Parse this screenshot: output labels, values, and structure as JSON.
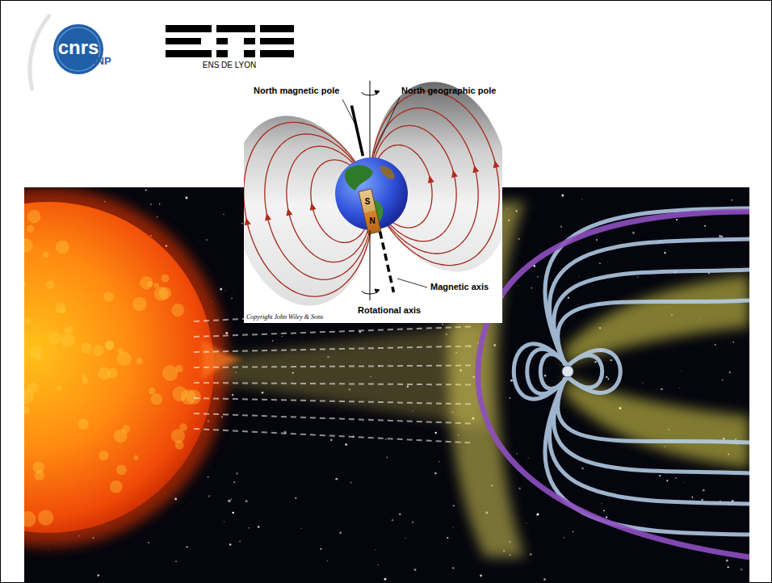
{
  "diagram": {
    "labels": [
      "cnrs",
      "INP",
      "ENS DE LYON",
      "North magnetic pole",
      "North geographic pole",
      "S",
      "N",
      "Magnetic axis",
      "Rotational axis",
      "Copyright John Wiley & Sons"
    ]
  }
}
